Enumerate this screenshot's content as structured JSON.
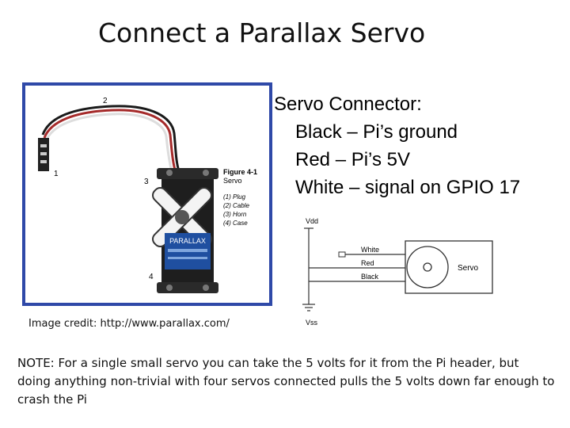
{
  "slide": {
    "title": "Connect a Parallax Servo",
    "image_credit": "Image credit: http://www.parallax.com/",
    "note": "NOTE: For a single small servo you can take the 5 volts for it from the Pi header, but doing anything non-trivial with four servos connected pulls the 5 volts down far enough to crash the Pi"
  },
  "connector": {
    "heading": "Servo Connector:",
    "rows": [
      "Black –  Pi’s ground",
      "Red –   Pi’s 5V",
      "White – signal on GPIO 17"
    ]
  },
  "servo_figure": {
    "callouts": [
      "1",
      "2",
      "3",
      "4"
    ],
    "figure_title": "Figure 4-1",
    "figure_sub": "Servo",
    "legend": [
      "(1) Plug",
      "(2) Cable",
      "(3) Horn",
      "(4) Case"
    ],
    "brand_label": "PARALLAX",
    "border_color": "#2f49a8"
  },
  "schematic": {
    "vdd": "Vdd",
    "vss": "Vss",
    "wires": [
      "White",
      "Red",
      "Black"
    ],
    "servo_label": "Servo"
  }
}
